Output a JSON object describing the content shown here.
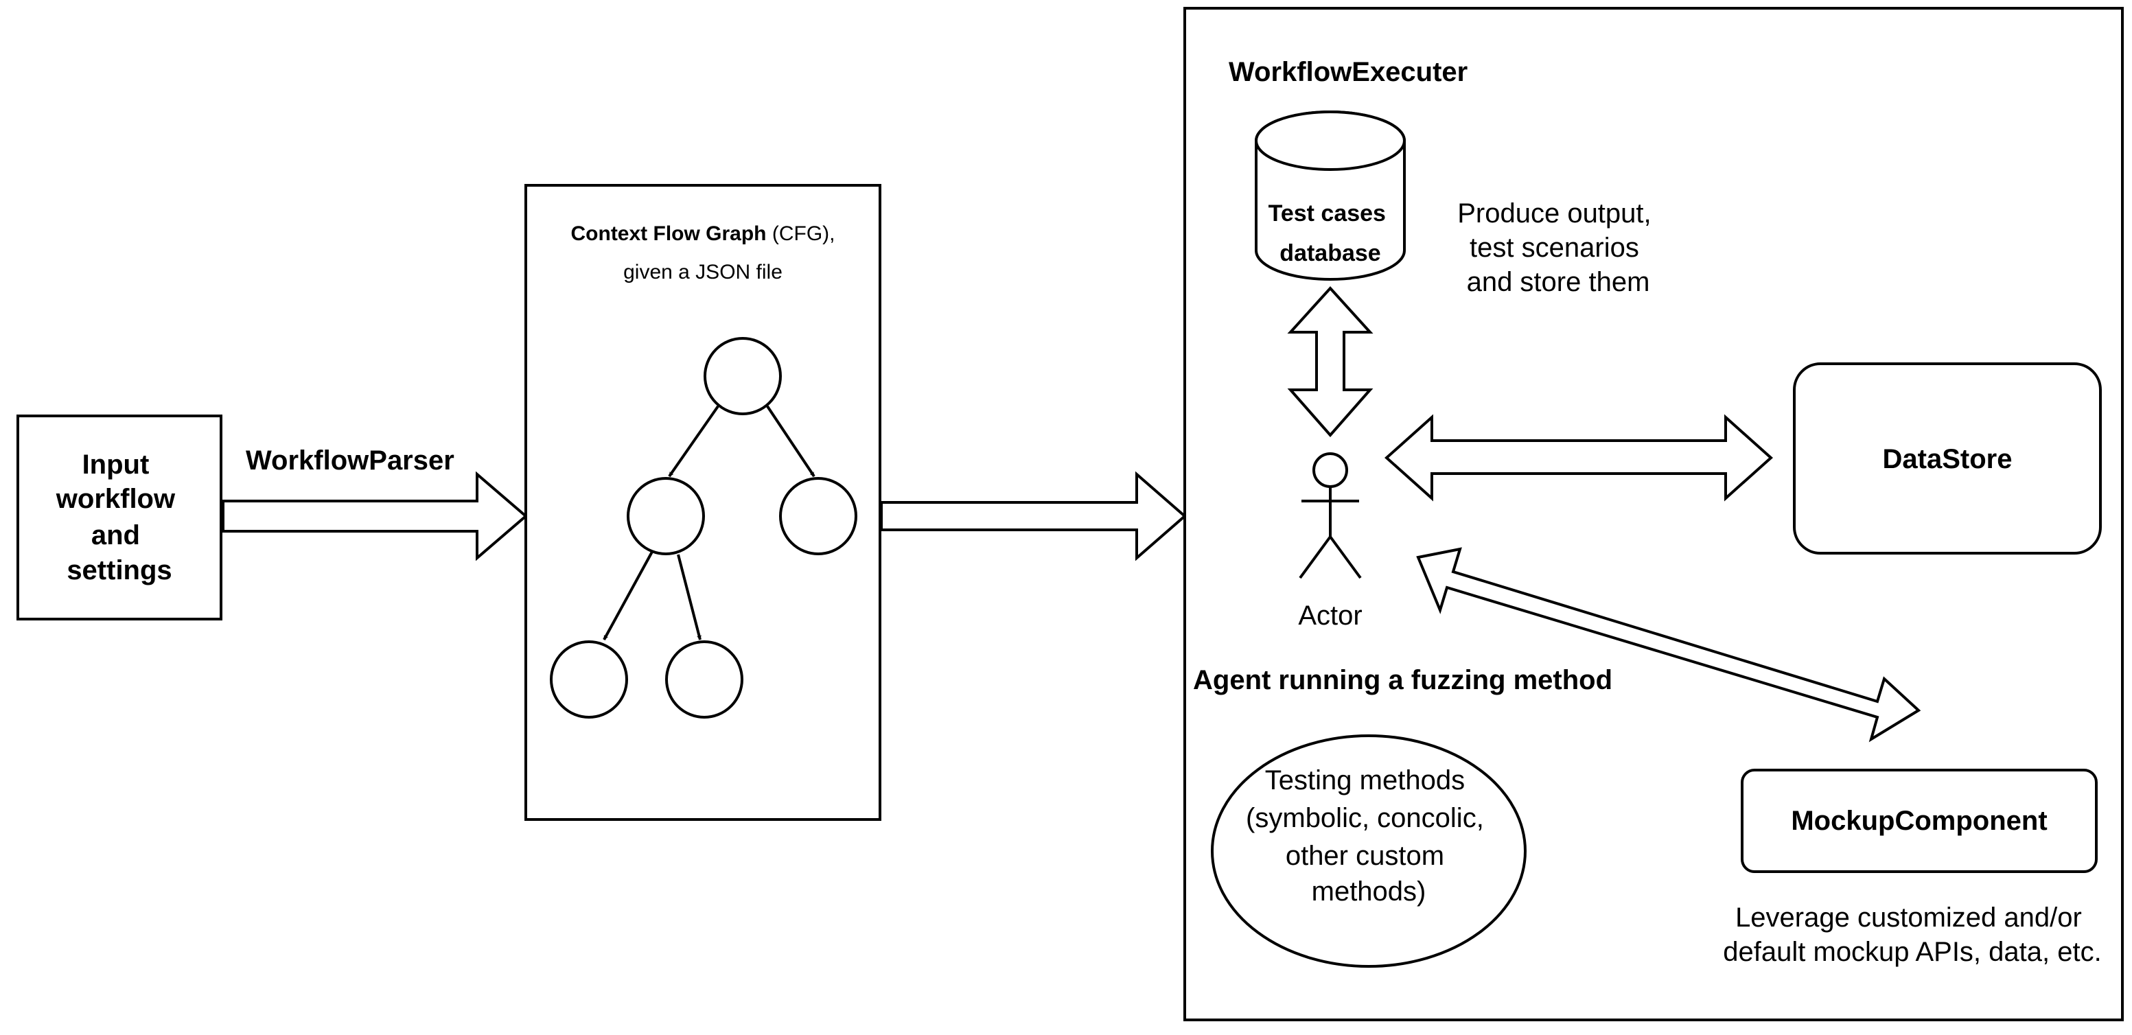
{
  "input_box": {
    "lines": [
      "Input",
      "workflow",
      "and",
      "settings"
    ]
  },
  "parser_label": "WorkflowParser",
  "cfg": {
    "title_bold": "Context Flow Graph",
    "title_rest": " (CFG),",
    "subtitle": "given a JSON file"
  },
  "executer": {
    "title": "WorkflowExecuter",
    "database_lines": [
      "Test cases",
      "database"
    ],
    "produce_lines": [
      "Produce output,",
      "test scenarios",
      "and store them"
    ],
    "actor_label": "Actor",
    "agent_label": "Agent running a fuzzing method",
    "testing_lines": [
      "Testing methods",
      "(symbolic, concolic,",
      "other custom",
      "methods)"
    ],
    "datastore_label": "DataStore",
    "mockup_label": "MockupComponent",
    "leverage_lines": [
      "Leverage customized and/or",
      "default mockup APIs, data, etc."
    ]
  }
}
